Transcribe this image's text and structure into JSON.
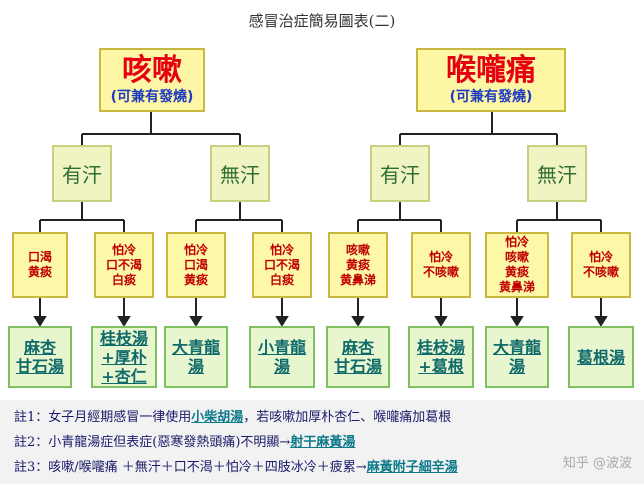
{
  "title": "感冒治症簡易圖表(二)",
  "left": {
    "top_main": "咳嗽",
    "top_sub": "(可兼有發燒)",
    "sweat": "有汗",
    "nosweat": "無汗",
    "sym": [
      [
        "口渴",
        "黄痰"
      ],
      [
        "怕冷",
        "口不渴",
        "白痰"
      ],
      [
        "怕冷",
        "口渴",
        "黄痰"
      ],
      [
        "怕冷",
        "口不渴",
        "白痰"
      ]
    ],
    "rx": [
      [
        "麻杏",
        "甘石湯"
      ],
      [
        "桂枝湯",
        "+厚朴",
        "+杏仁"
      ],
      [
        "大青龍",
        "湯"
      ],
      [
        "小青龍",
        "湯"
      ]
    ]
  },
  "right": {
    "top_main": "喉嚨痛",
    "top_sub": "(可兼有發燒)",
    "sweat": "有汗",
    "nosweat": "無汗",
    "sym": [
      [
        "咳嗽",
        "黄痰",
        "黄鼻涕"
      ],
      [
        "怕冷",
        "不咳嗽"
      ],
      [
        "怕冷",
        "咳嗽",
        "黄痰",
        "黄鼻涕"
      ],
      [
        "怕冷",
        "不咳嗽"
      ]
    ],
    "rx": [
      [
        "麻杏",
        "甘石湯"
      ],
      [
        "桂枝湯",
        "+葛根"
      ],
      [
        "大青龍",
        "湯"
      ],
      [
        "葛根湯"
      ]
    ]
  },
  "notes": [
    {
      "pre": "註1：女子月經期感冒一律使用",
      "hl": "小柴胡湯",
      "post": "，若咳嗽加厚朴杏仁、喉嚨痛加葛根"
    },
    {
      "pre": "註2：小青龍湯症但表症(惡寒發熱頭痛)不明顯→",
      "hl": "射干麻黃湯",
      "post": ""
    },
    {
      "pre": "註3：咳嗽/喉嚨痛 ＋無汗＋口不渴＋怕冷＋四肢冰冷＋疲累→",
      "hl": "麻黃附子細辛湯",
      "post": ""
    }
  ],
  "watermark": "知乎 @波波"
}
